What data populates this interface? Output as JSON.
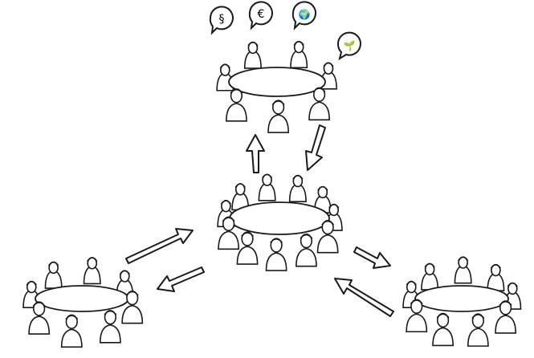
{
  "bubbles": [
    {
      "symbol": "§",
      "icon": "paragraph-icon"
    },
    {
      "symbol": "€",
      "icon": "euro-icon"
    },
    {
      "symbol": "🌍",
      "icon": "globe-icon"
    },
    {
      "symbol": "🌱",
      "icon": "leaf-icon"
    }
  ],
  "groups": [
    {
      "id": "top",
      "people": 7
    },
    {
      "id": "center",
      "people": 11
    },
    {
      "id": "left",
      "people": 8
    },
    {
      "id": "right",
      "people": 9
    }
  ],
  "style": {
    "stroke": "#1a1a1a",
    "fill": "#ffffff"
  }
}
